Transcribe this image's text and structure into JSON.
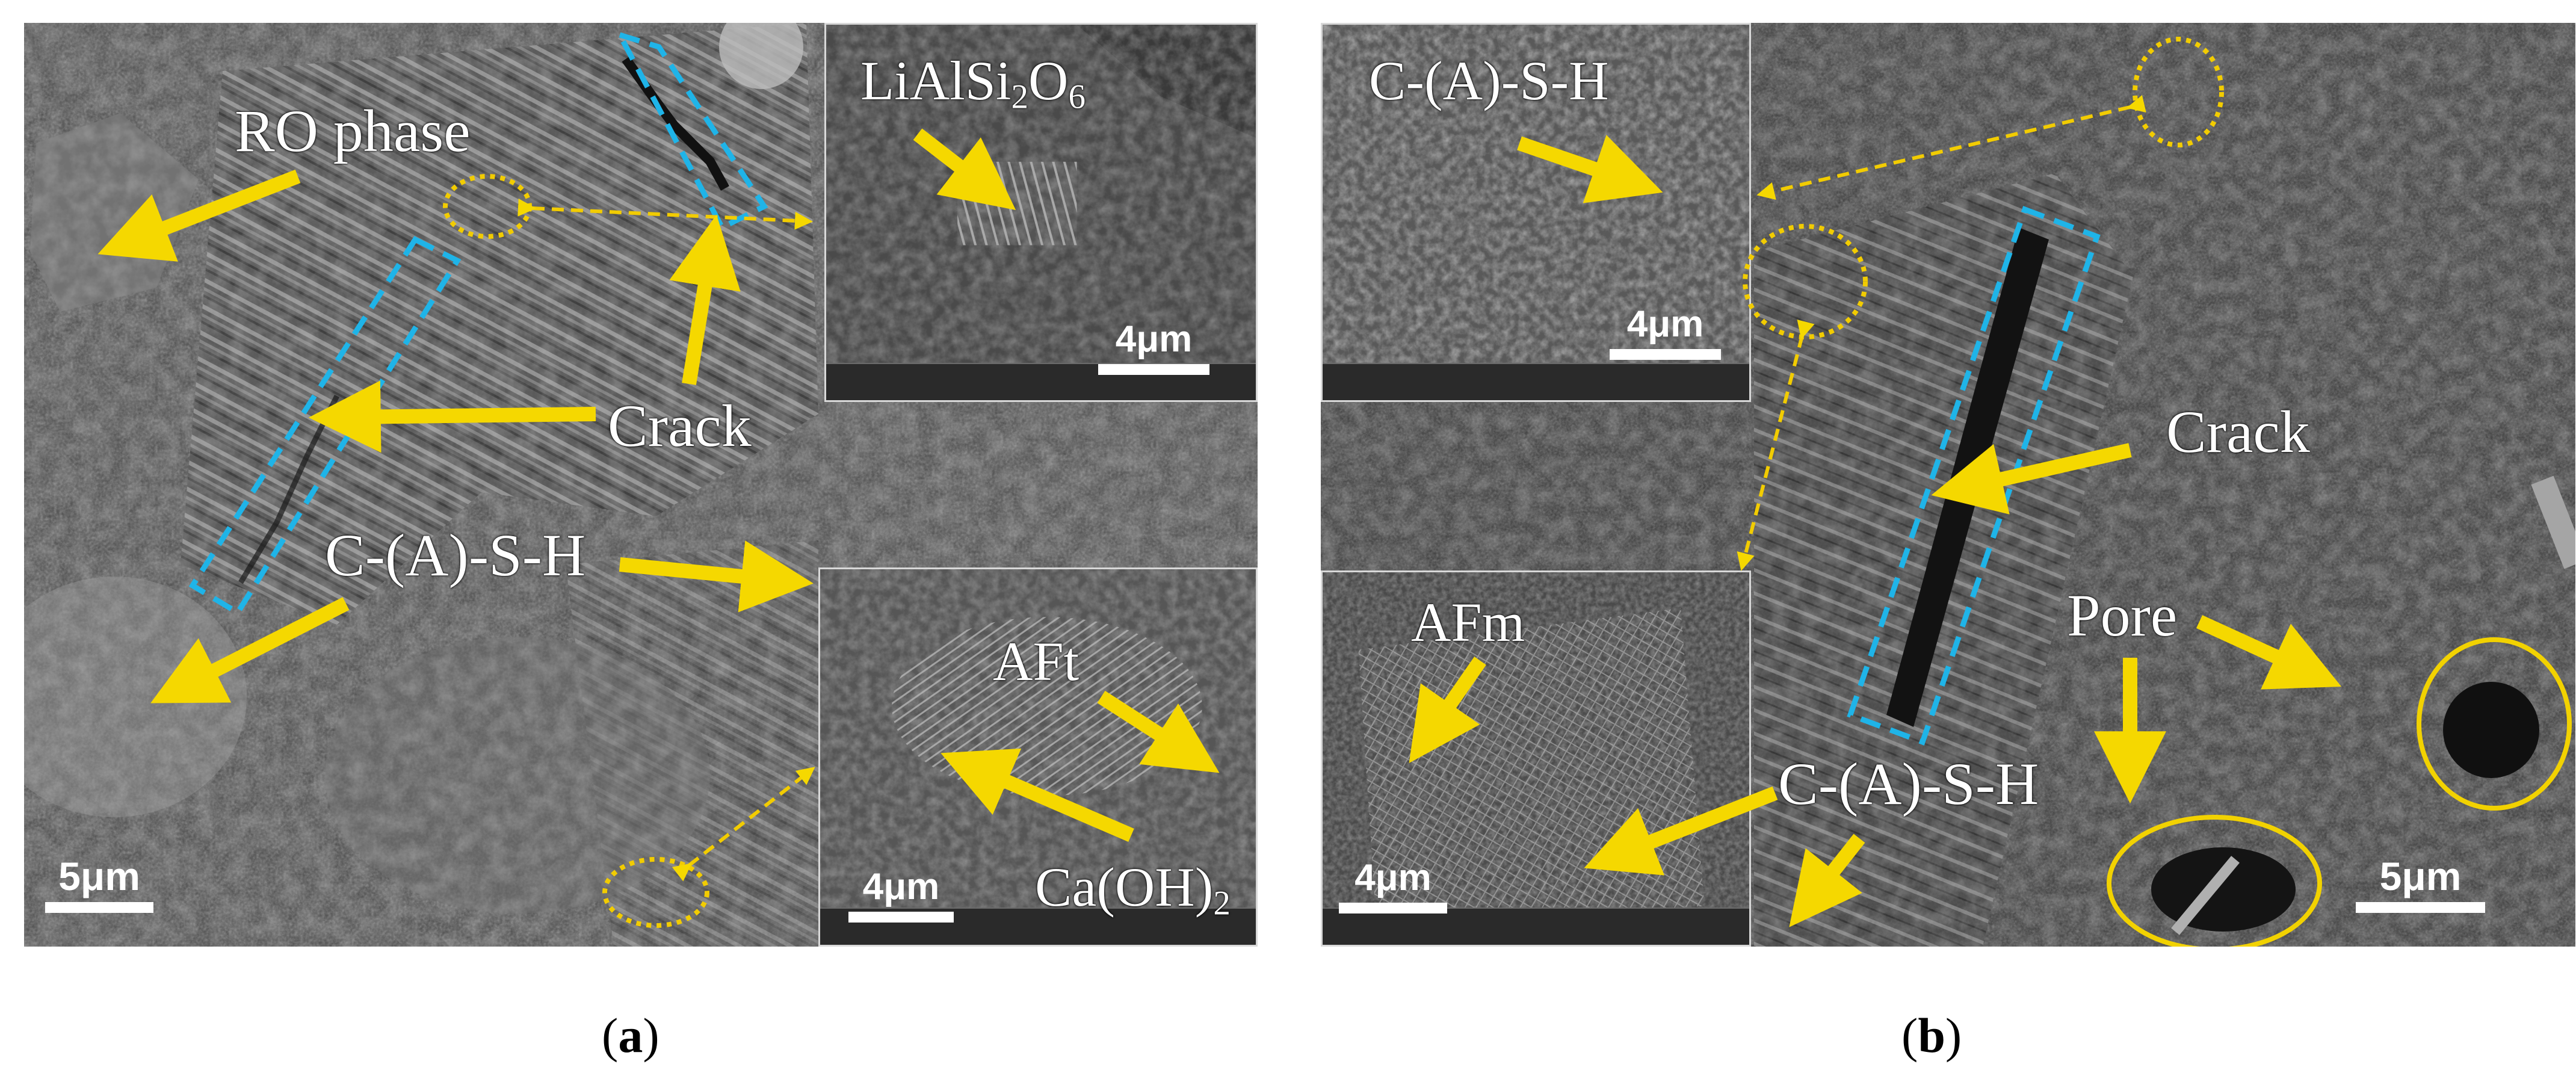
{
  "panel_a": {
    "caption_open": "(",
    "caption_letter": "a",
    "caption_close": ")",
    "labels": {
      "ro_phase": "RO phase",
      "crack": "Crack",
      "csh": "C-(A)-S-H",
      "lialsi_base": "LiAlSi",
      "lialsi_sub1": "2",
      "lialsi_o": "O",
      "lialsi_sub2": "6",
      "aft": "AFt",
      "caoh_base": "Ca(OH)",
      "caoh_sub": "2"
    },
    "scale_main": "5μm",
    "scale_inset_top": "4μm",
    "scale_inset_bottom": "4μm"
  },
  "panel_b": {
    "caption_open": "(",
    "caption_letter": "b",
    "caption_close": ")",
    "labels": {
      "csh_top": "C-(A)-S-H",
      "crack": "Crack",
      "afm": "AFm",
      "pore": "Pore",
      "csh_bottom": "C-(A)-S-H"
    },
    "scale_main": "5μm",
    "scale_inset_top": "4μm",
    "scale_inset_bottom": "4μm"
  },
  "colors": {
    "arrow": "#f5d800",
    "dash_box": "#1fb4e8",
    "circle": "#e8c800",
    "caption": "#000000"
  }
}
